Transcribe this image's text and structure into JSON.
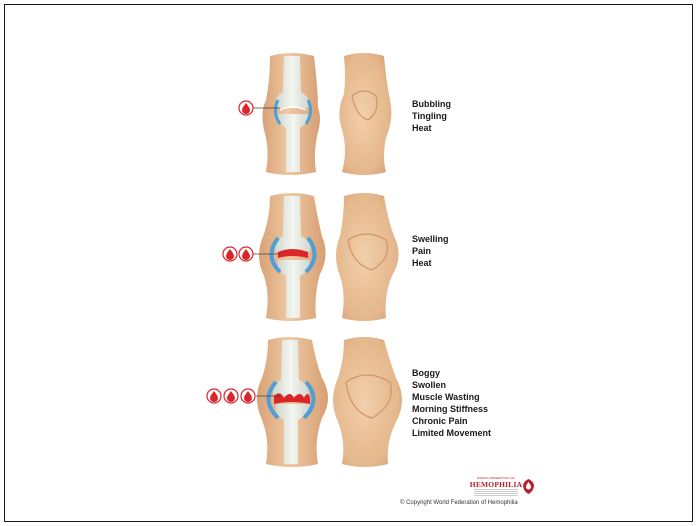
{
  "stages": [
    {
      "drops": 1,
      "symptoms": [
        "Bubbling",
        "Tingling",
        "Heat"
      ]
    },
    {
      "drops": 2,
      "symptoms": [
        "Swelling",
        "Pain",
        "Heat"
      ]
    },
    {
      "drops": 3,
      "symptoms": [
        "Boggy",
        "Swollen",
        "Muscle Wasting",
        "Morning Stiffness",
        "Chronic Pain",
        "Limited Movement"
      ]
    }
  ],
  "logo": {
    "small_text": "WORLD FEDERATION OF",
    "main_text": "HEMOPHILIA"
  },
  "copyright": "© Copyright World Federation of Hemophilia",
  "colors": {
    "skin": "#e8bd93",
    "skin_shadow": "#d59f74",
    "bone": "#e6ebe0",
    "synovium": "#4f9fd6",
    "blood": "#d9262b",
    "text": "#1a1a1a"
  },
  "icons": [
    "blood-drop-icon",
    "wfh-logo-icon"
  ]
}
